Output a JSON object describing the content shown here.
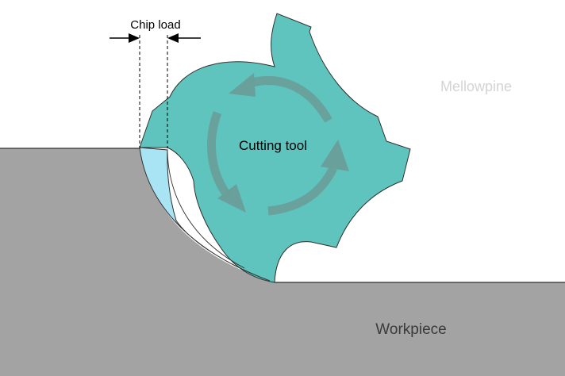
{
  "labels": {
    "chip_load": "Chip load",
    "cutting_tool": "Cutting tool",
    "workpiece": "Workpiece",
    "watermark": "Mellowpine"
  },
  "colors": {
    "workpiece": "#a3a3a3",
    "tool": "#5ec4bd",
    "tool_outline": "#2f2f2f",
    "chip": "#a9e4f5",
    "rotation_arrow": "#6a9e99",
    "dimension_line": "#000000"
  },
  "icons": {
    "rotation": "clockwise-rotation-arrows",
    "dimension": "inward-pointing-arrows"
  }
}
